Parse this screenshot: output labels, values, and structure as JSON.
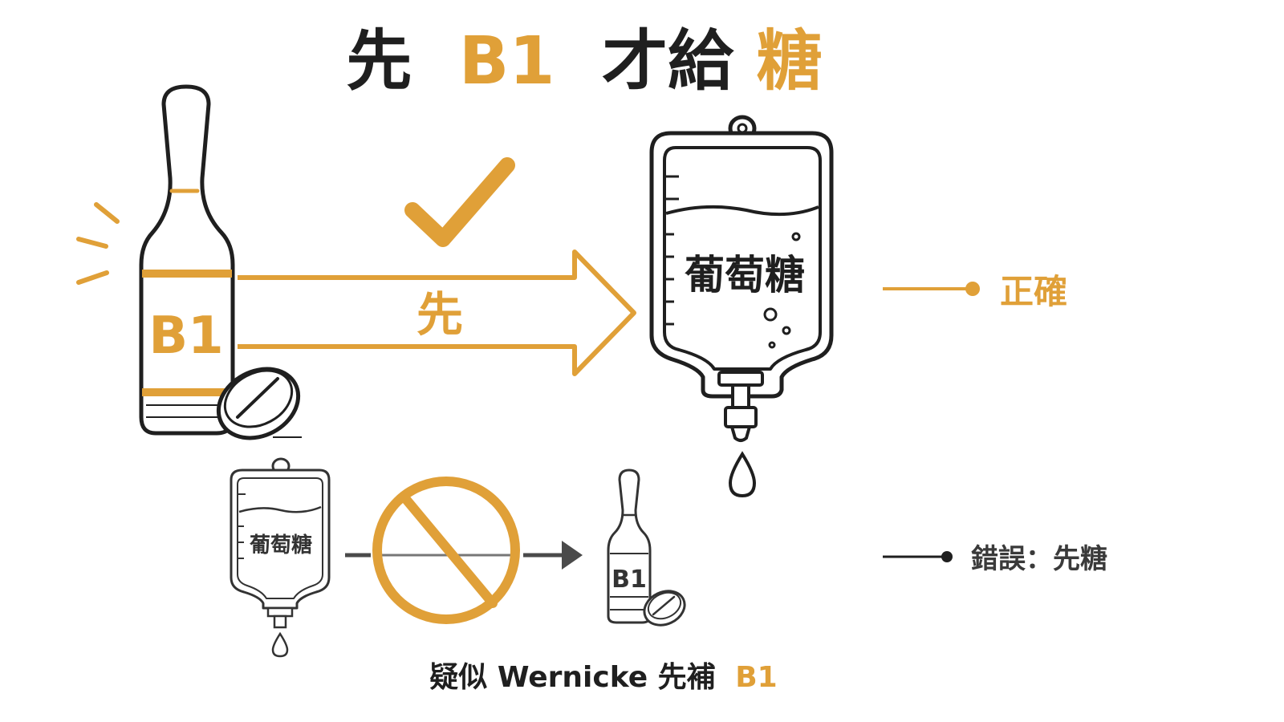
{
  "colors": {
    "accent": "#E0A038",
    "ink": "#1F1F1F",
    "muted": "#4A4A4A"
  },
  "title": {
    "part1": "先",
    "part2": "B1",
    "part3": "才給",
    "part4": "糖"
  },
  "main": {
    "vial_label": "B1",
    "arrow_label": "先",
    "bag_label": "葡萄糖"
  },
  "legend": {
    "correct": "正確",
    "wrong": "錯誤：先糖"
  },
  "wrong_example": {
    "bag_label": "葡萄糖",
    "vial_label": "B1"
  },
  "footer": {
    "text": "疑似 Wernicke 先補",
    "highlight": "B1"
  },
  "icons": {
    "check": "check-icon",
    "prohibit": "prohibit-icon",
    "drop": "drop-icon",
    "tablet": "tablet-icon"
  }
}
